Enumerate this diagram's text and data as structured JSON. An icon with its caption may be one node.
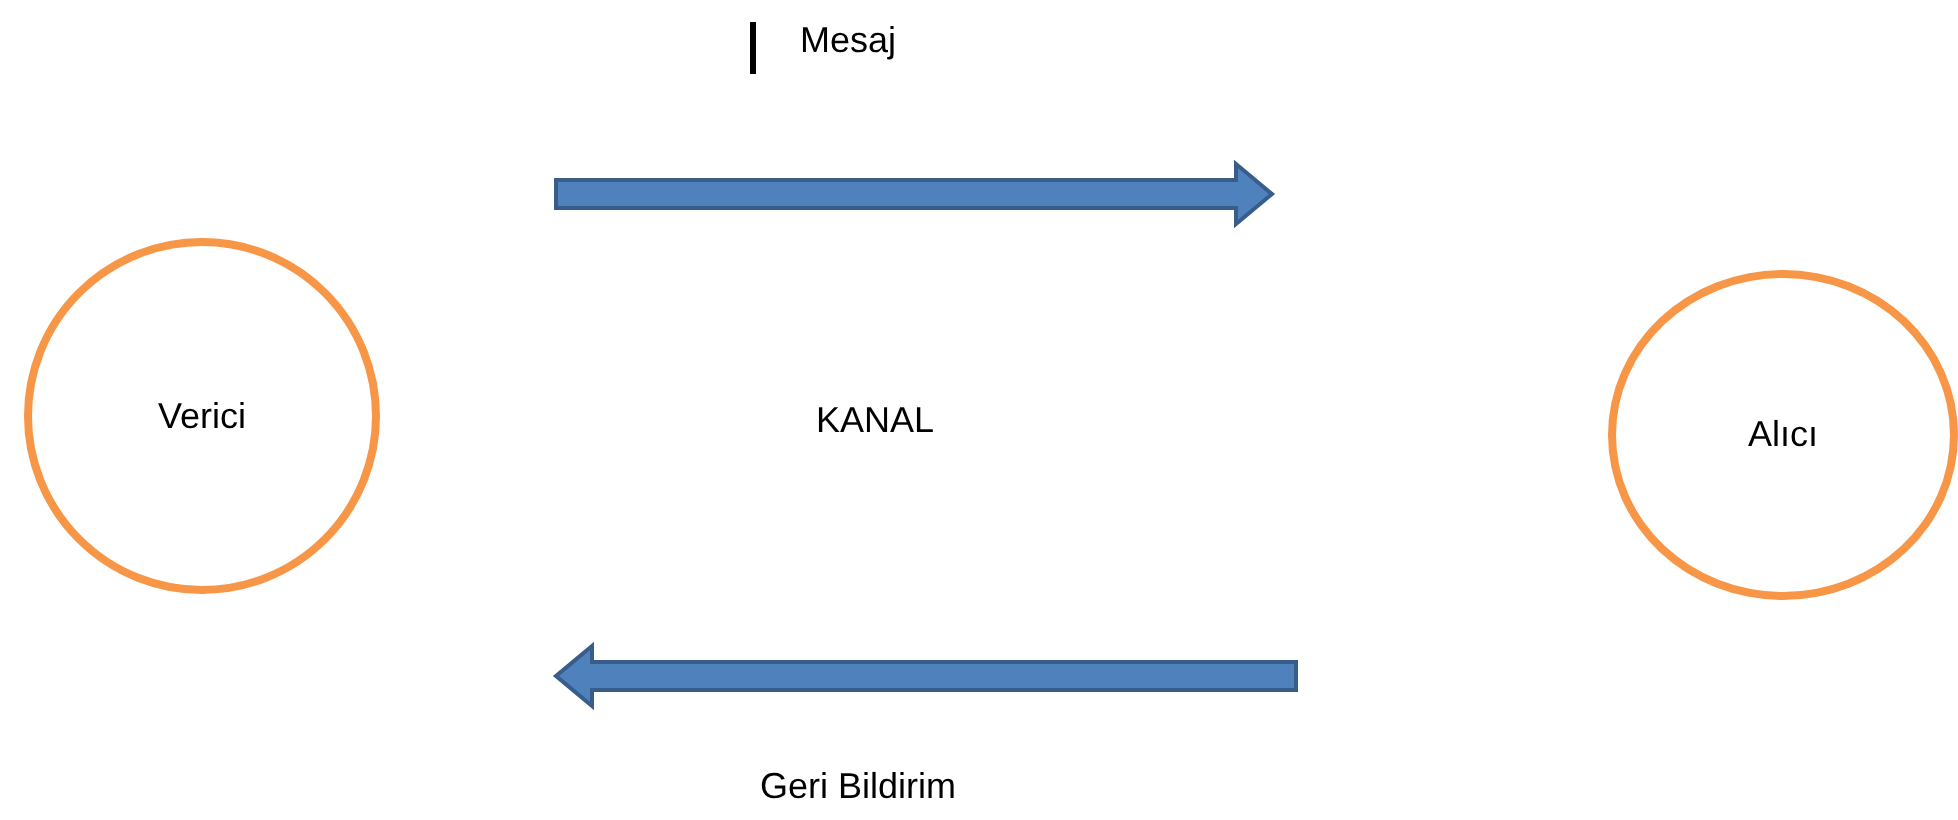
{
  "diagram": {
    "nodes": [
      {
        "text": [
          "Verici"
        ]
      },
      {
        "text": [
          "Alıcı"
        ]
      }
    ],
    "edges": [
      {
        "from": 0,
        "to": 1,
        "arrow": "to",
        "label": "Mesaj"
      },
      {
        "from": 1,
        "to": 0,
        "arrow": "to",
        "label": "Geri Bildirim"
      }
    ],
    "labels": [
      "KANAL"
    ]
  }
}
